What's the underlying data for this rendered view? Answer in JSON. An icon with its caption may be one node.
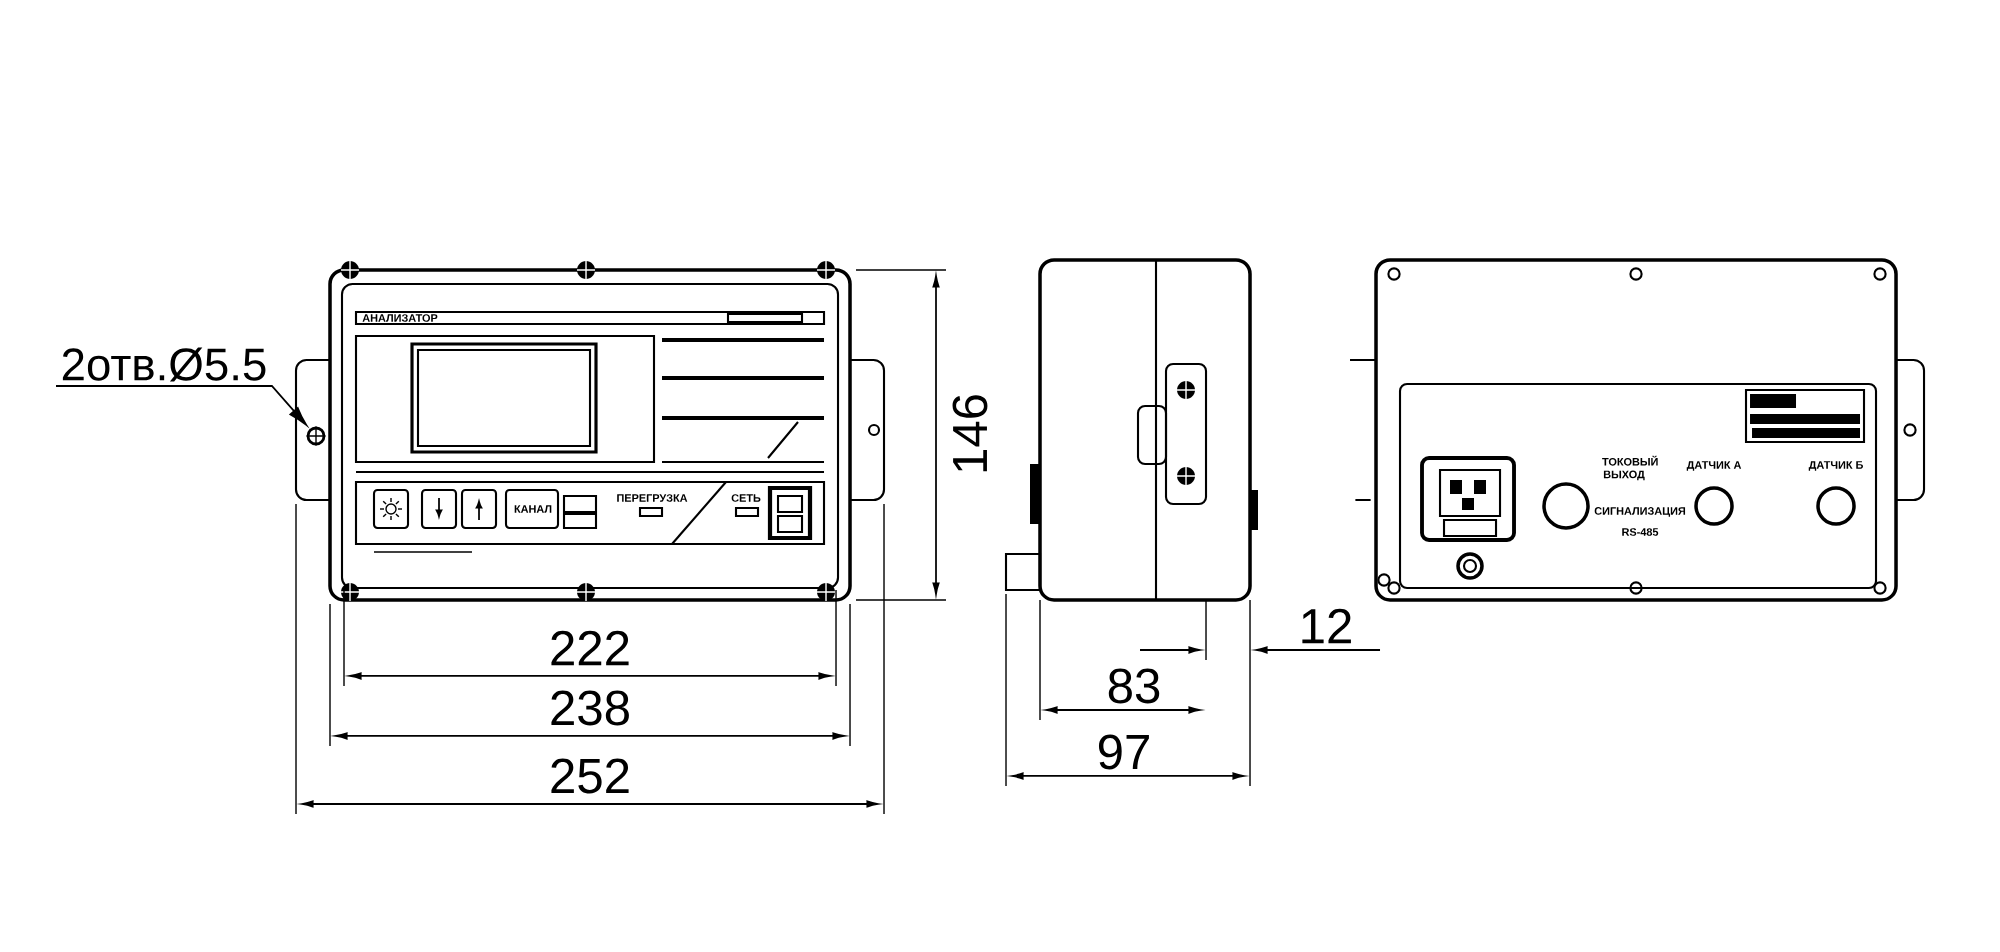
{
  "diagram": {
    "nodes": [
      {
        "text": [
          "2отв.Ø5.5"
        ]
      },
      {
        "text": [],
        "shape": "circle"
      }
    ],
    "edges": [
      {
        "from": 0,
        "to": 1,
        "arrow": "to"
      }
    ],
    "labels": [
      "АНАЛИЗАТОР",
      "ПЕРЕГРУЗКА",
      "СЕТЬ",
      "КАНАЛ",
      "146",
      "222",
      "238",
      "252",
      "12",
      "83",
      "97",
      "ТОКОВЫЙ ВЫХОД",
      "СИГНАЛИЗАЦИЯ",
      "RS-485",
      "ДАТЧИК А",
      "ДАТЧИК Б"
    ]
  }
}
